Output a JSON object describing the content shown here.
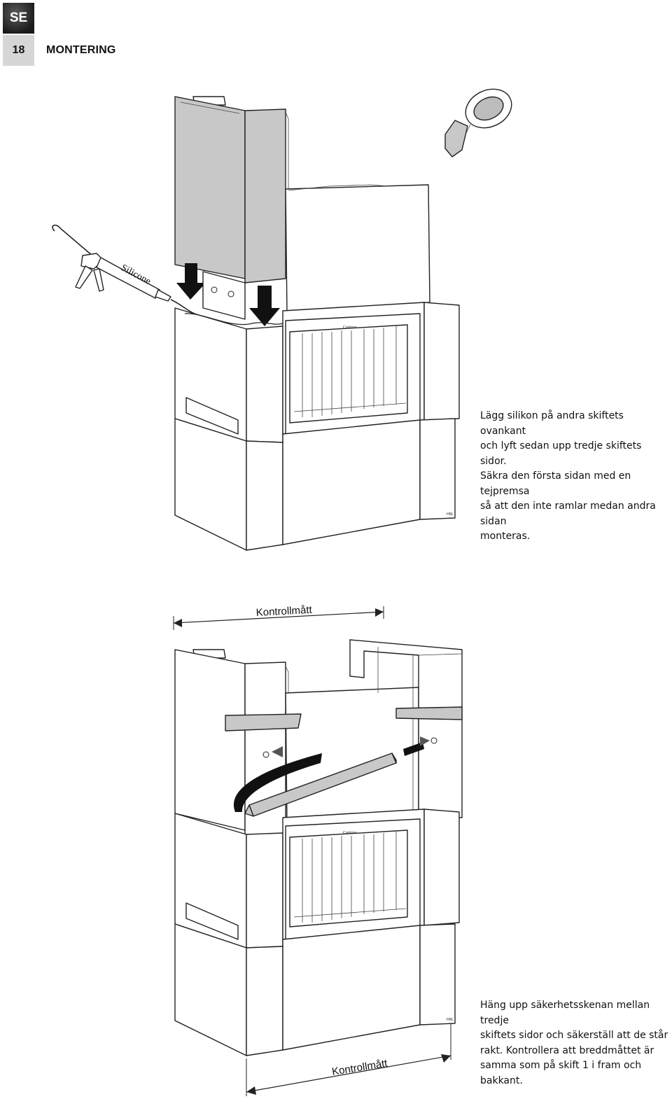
{
  "header": {
    "language_code": "SE",
    "page_number": "18",
    "section_title": "MONTERING"
  },
  "figure1": {
    "silicone_label": "Silicone",
    "door_brand": "Contura",
    "corner_mark": "HRL",
    "caption": "Lägg silikon på andra skiftets ovankant\noch lyft sedan upp tredje skiftets sidor.\nSäkra den första sidan med en tejpremsa\nså att den inte ramlar medan andra sidan\nmonteras."
  },
  "figure2": {
    "dimension_top": "Kontrollmått",
    "dimension_bottom": "Kontrollmått",
    "door_brand": "Contura",
    "corner_mark": "HRL",
    "caption": "Häng upp säkerhetsskenan mellan tredje\nskiftets sidor och säkerställ att de står\nrakt. Kontrollera att breddmåttet är\nsamma som på skift 1 i fram och bakkant."
  },
  "colors": {
    "badge_dark": "#2b2b2b",
    "page_tab": "#d6d6d6",
    "panel_grey": "#c8c8c8"
  }
}
